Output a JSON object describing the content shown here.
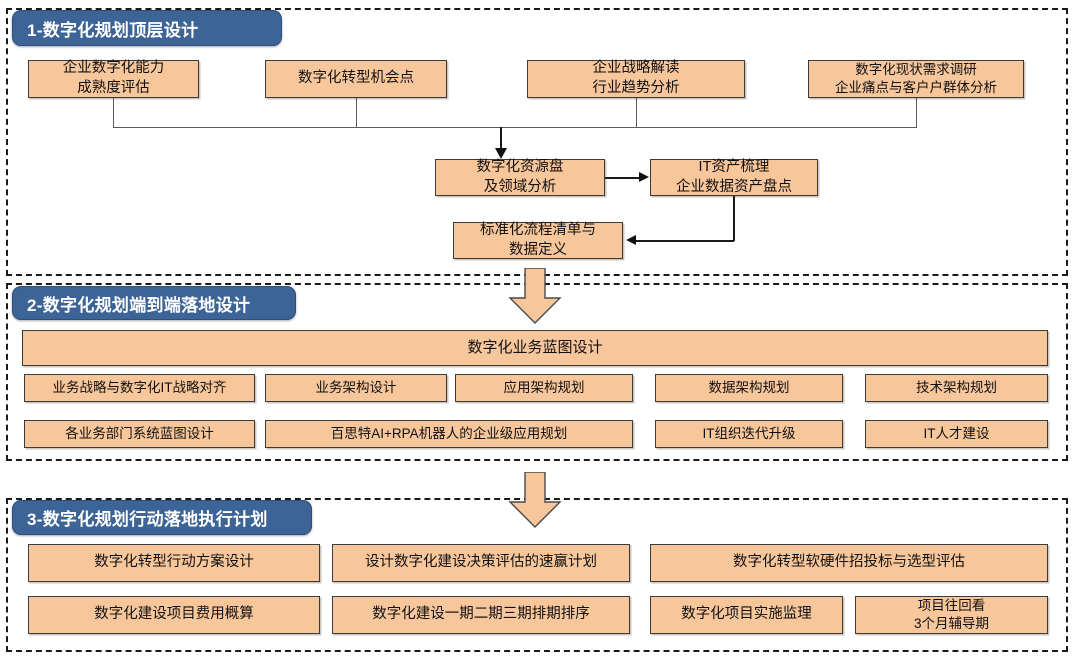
{
  "sections": [
    {
      "id": "top-design",
      "badge": "1-数字化规划顶层设计",
      "row1": [
        "企业数字化能力\n成熟度评估",
        "数字化转型机会点",
        "企业战略解读\n行业趋势分析",
        "数字化现状需求调研\n企业痛点与客户户群体分析"
      ],
      "flow": [
        "数字化资源盘\n及领域分析",
        "IT资产梳理\n企业数据资产盘点",
        "标准化流程清单与\n数据定义"
      ]
    },
    {
      "id": "end-to-end",
      "badge": "2-数字化规划端到端落地设计",
      "banner": "数字化业务蓝图设计",
      "row1": [
        "业务战略与数字化IT战略对齐",
        "业务架构设计",
        "应用架构规划",
        "数据架构规划",
        "技术架构规划"
      ],
      "row2": [
        "各业务部门系统蓝图设计",
        "百思特AI+RPA机器人的企业级应用规划",
        "IT组织迭代升级",
        "IT人才建设"
      ]
    },
    {
      "id": "action-plan",
      "badge": "3-数字化规划行动落地执行计划",
      "row1": [
        "数字化转型行动方案设计",
        "设计数字化建设决策评估的速赢计划",
        "数字化转型软硬件招投标与选型评估"
      ],
      "row2": [
        "数字化建设项目费用概算",
        "数字化建设一期二期三期排期排序",
        "数字化项目实施监理",
        "项目往回看\n3个月辅导期"
      ]
    }
  ],
  "colors": {
    "box_fill": "#f7c69b",
    "box_border": "#3b3b3b",
    "badge_fill": "#3d6497",
    "frame_border": "#1a1a1a",
    "arrow_fill": "#f7c69b"
  }
}
